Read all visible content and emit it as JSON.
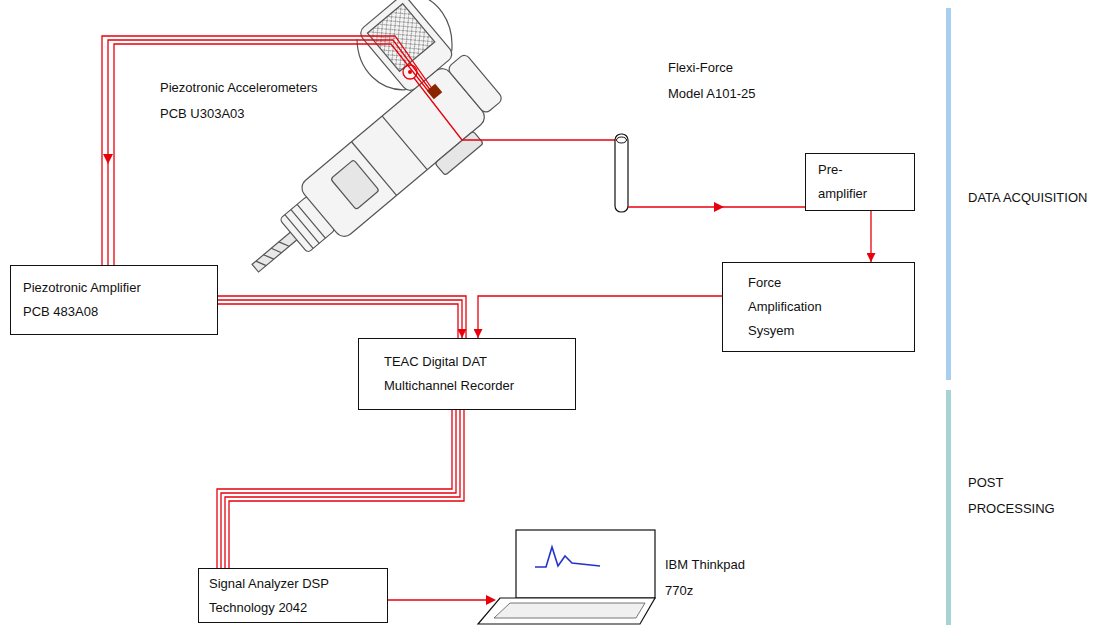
{
  "diagram": {
    "nodes": [
      {
        "text": [
          "Pre- amplifier"
        ]
      },
      {
        "text": [
          "Piezotronic Amplifier PCB 483A08"
        ]
      },
      {
        "text": [
          "Force Amplification Sysyem"
        ]
      },
      {
        "text": [
          "TEAC Digital DAT Multichannel Recorder"
        ]
      },
      {
        "text": [
          "Signal Analyzer DSP Technology 2042"
        ]
      }
    ],
    "edges": [
      {
        "from": 0,
        "to": 2,
        "arrow": "to"
      },
      {
        "from": 2,
        "to": 3,
        "arrow": "to"
      },
      {
        "from": 1,
        "to": 3,
        "arrow": "to"
      },
      {
        "from": 3,
        "to": 4,
        "arrow": "none"
      }
    ],
    "labels": [
      "Piezotronic Accelerometers PCB U303A03",
      "Flexi-Force Model A101-25",
      "IBM Thinkpad 770z",
      "DATA ACQUISITION",
      "POST PROCESSING"
    ]
  }
}
